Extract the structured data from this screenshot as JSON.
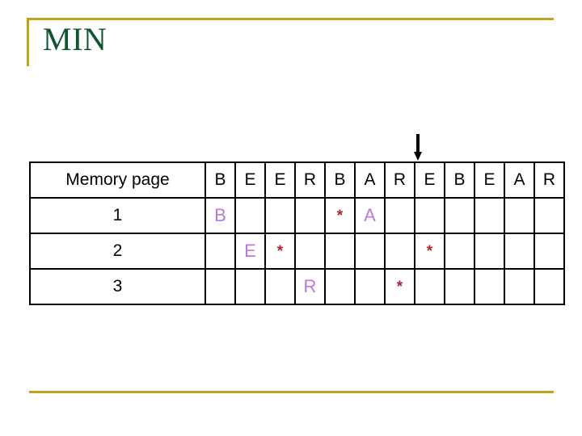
{
  "slide": {
    "title": "MIN",
    "title_color": "#125430",
    "accent_color": "#c1a21b",
    "background_color": "#ffffff"
  },
  "pointer": {
    "icon": "down-arrow-icon",
    "color": "#000000",
    "points_to_column_index": 8,
    "points_to_reference": "E"
  },
  "table": {
    "row_header_label": "Memory page",
    "reference_string": [
      "B",
      "E",
      "E",
      "R",
      "B",
      "A",
      "R",
      "E",
      "B",
      "E",
      "A",
      "R"
    ],
    "letter_color": "#bb77dd",
    "star_color": "#b02030",
    "star_glyph": "*",
    "rows": [
      {
        "frame": "1",
        "cells": [
          "B",
          "",
          "",
          "",
          "*",
          "A",
          "",
          "",
          "",
          "",
          "",
          ""
        ]
      },
      {
        "frame": "2",
        "cells": [
          "",
          "E",
          "*",
          "",
          "",
          "",
          "",
          "*",
          "",
          "",
          "",
          ""
        ]
      },
      {
        "frame": "3",
        "cells": [
          "",
          "",
          "",
          "R",
          "",
          "",
          "*",
          "",
          "",
          "",
          "",
          ""
        ]
      }
    ]
  }
}
